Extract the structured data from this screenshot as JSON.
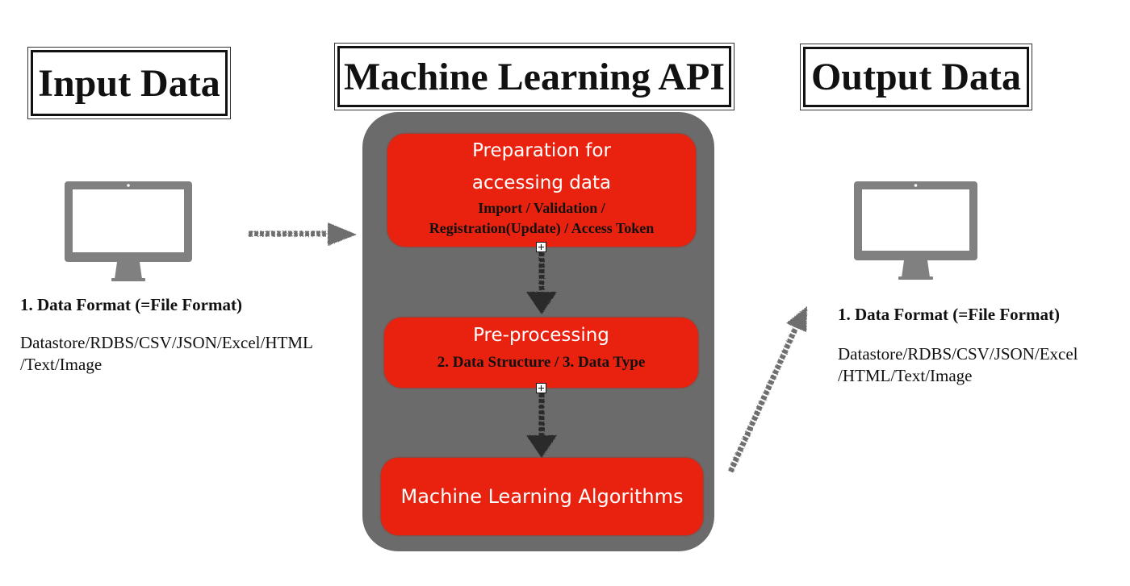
{
  "titles": {
    "input": "Input Data",
    "api": "Machine Learning API",
    "output": "Output Data"
  },
  "input": {
    "heading": "1. Data Format (=File Format)",
    "formats": "Datastore/RDBS/CSV/JSON/Excel/HTML /Text/Image"
  },
  "output": {
    "heading": "1. Data Format (=File Format)",
    "formats": "Datastore/RDBS/CSV/JSON/Excel /HTML/Text/Image"
  },
  "steps": [
    {
      "title_line1": "Preparation for",
      "title_line2": "accessing data",
      "detail_line1": "Import / Validation /",
      "detail_line2": "Registration(Update) / Access Token"
    },
    {
      "title": "Pre-processing",
      "detail": "2. Data Structure / 3. Data Type"
    },
    {
      "title": "Machine Learning Algorithms"
    }
  ],
  "icons": {
    "monitor": "monitor-icon",
    "connector": "plus-icon",
    "arrow": "arrow-icon"
  },
  "colors": {
    "step_fill": "#e8220f",
    "panel_fill": "#6b6b6b",
    "arrow": "#6e6e6e",
    "monitor": "#808080"
  }
}
